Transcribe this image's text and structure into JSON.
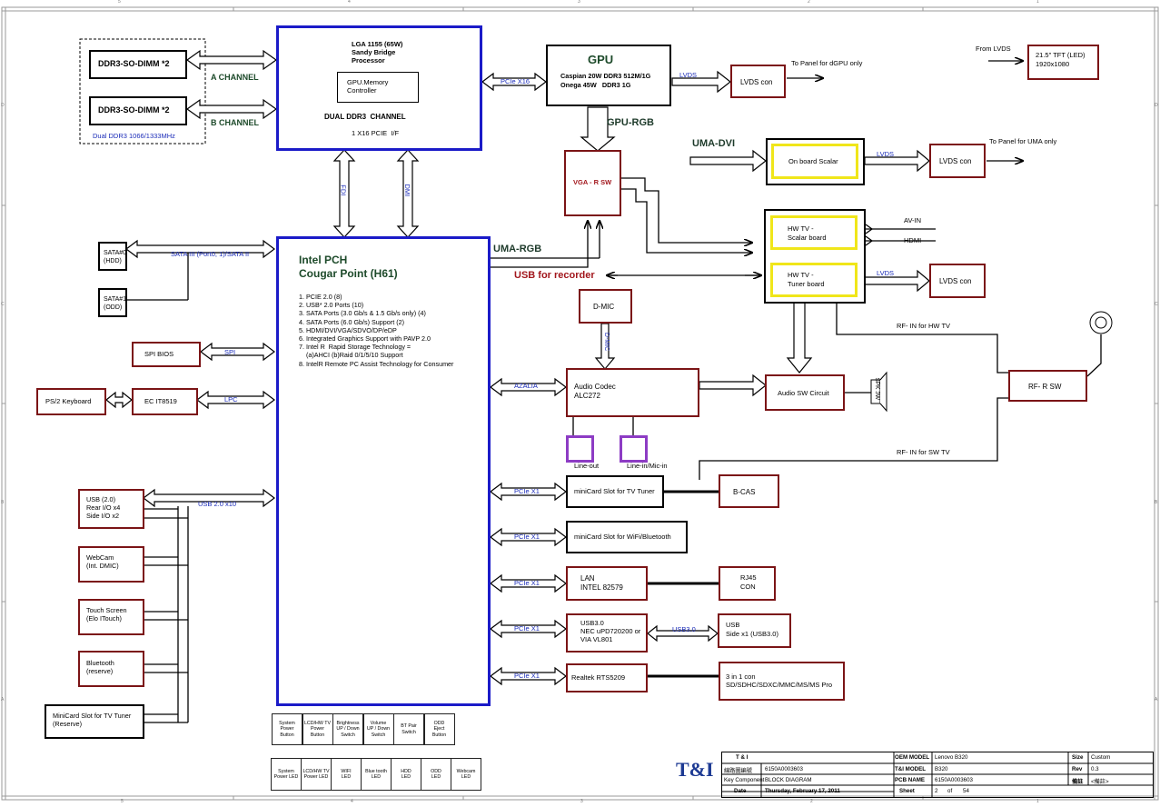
{
  "memory": {
    "dimm_a": "DDR3-SO-DIMM *2",
    "dimm_b": "DDR3-SO-DIMM *2",
    "speed": "Dual DDR3 1066/1333MHz",
    "channel_a": "A CHANNEL",
    "channel_b": "B CHANNEL"
  },
  "cpu": {
    "title_1": "LGA 1155 (65W)",
    "title_2": "Sandy Bridge",
    "title_3": "Processor",
    "inner_1": "GPU.Memory",
    "inner_2": "Controller",
    "dual": "DUAL DDR3  CHANNEL",
    "pcie": "1 X16 PCIE  I/F"
  },
  "gpu": {
    "title": "GPU",
    "line_1": "Caspian 20W DDR3 512M/1G",
    "line_2": "Onega 45W   DDR3 1G",
    "pcie_label": "PCIe X16",
    "lvds_label": "LVDS",
    "lvds_con": "LVDS con",
    "to_panel": "To Panel for dGPU only",
    "rgb_label": "GPU-RGB"
  },
  "tft": {
    "from_lvds": "From LVDS",
    "line_1": "21.5\" TFT (LED)",
    "line_2": "1920x1080"
  },
  "scalar": {
    "uma_dvi": "UMA-DVI",
    "onboard": "On board Scalar",
    "lvds_label": "LVDS",
    "lvds_con": "LVDS con",
    "to_panel": "To Panel for UMA only"
  },
  "vga_sw": "VGA - R SW",
  "tv": {
    "scalar_1": "HW TV -",
    "scalar_2": "Scalar board",
    "tuner_1": "HW TV -",
    "tuner_2": "Tuner board",
    "av_in": "AV-IN",
    "hdmi": "HDMI",
    "lvds_label": "LVDS",
    "lvds_con": "LVDS con",
    "rf_in_hw": "RF- IN for HW TV",
    "rf_in_sw": "RF- IN for SW TV",
    "rf_sw": "RF- R SW"
  },
  "links": {
    "fdi": "FDI",
    "dmi": "DMI",
    "uma_rgb": "UMA-RGB",
    "usb_recorder": "USB for recorder",
    "sata": "SATA III (Port0, 1)/SATA II",
    "spi": "SPI",
    "lpc": "LPC",
    "usb20": "USB 2.0 x10",
    "azalia": "AZALIA",
    "pcie_x1": "PCIe X1",
    "usb30": "USB3.0",
    "dmic_link": "D-MIC"
  },
  "pch": {
    "title_1": "Intel PCH",
    "title_2": "Cougar Point (H61)",
    "features": [
      "1. PCIE 2.0 (8)",
      "2. USB* 2.0 Ports (10)",
      "3. SATA Ports (3.0 Gb/s & 1.5 Gb/s only) (4)",
      "4. SATA Ports (6.0 Gb/s) Support (2)",
      "5. HDMI/DVI/VGA/SDVO/DP/eDP",
      "6. Integrated Graphics Support with PAVP 2.0",
      "7. Intel R  Rapid Storage Technology =",
      "    (a)AHCI (b)Raid 0/1/5/10 Support",
      "8. IntelR Remote PC Assist Technology for Consumer"
    ]
  },
  "left": {
    "sata0_1": "SATA#0",
    "sata0_2": "(HDD)",
    "sata1_1": "SATA#1",
    "sata1_2": "(ODD)",
    "spi_bios": "SPI BIOS",
    "ps2": "PS/2 Keyboard",
    "ec": "EC IT8519",
    "usb_1": "USB (2.0)",
    "usb_2": "Rear I/O x4",
    "usb_3": "Side I/O x2",
    "webcam_1": "WebCam",
    "webcam_2": "(Int. DMIC)",
    "touch_1": "Touch Screen",
    "touch_2": "(Elo ITouch)",
    "bt_1": "Bluetooth",
    "bt_2": "(reserve)",
    "minicard_1": "MiniCard Slot for TV Tuner",
    "minicard_2": "(Reserve)"
  },
  "audio": {
    "dmic": "D-MIC",
    "codec_1": "Audio Codec",
    "codec_2": "ALC272",
    "sw": "Audio SW Circuit",
    "spk": "SPK 3W",
    "line_out": "Line-out",
    "line_in": "Line-in/Mic-in"
  },
  "right": {
    "minicard_tv": "miniCard Slot for TV Tuner",
    "bcas": "B-CAS",
    "minicard_wifi": "miniCard Slot for WiFi/Bluetooth",
    "lan_1": "LAN",
    "lan_2": "INTEL 82579",
    "rj45_1": "RJ45",
    "rj45_2": "CON",
    "usb3_1": "USB3.0",
    "usb3_2": "NEC uPD720200 or",
    "usb3_3": "VIA VL801",
    "usbside_1": "USB",
    "usbside_2": "Side x1 (USB3.0)",
    "realtek": "Realtek RTS5209",
    "cardreader_1": "3 in 1 con",
    "cardreader_2": "SD/SDHC/SDXC/MMC/MS/MS Pro"
  },
  "switches": [
    "System\nPower\nButton",
    "LCD/HW TV\nPower\nButton",
    "Brightness\nUP / Down\nSwitch",
    "Volume\nUP / Down\nSwitch",
    "BT Pair\nSwitch",
    "ODD\nEject\nButton"
  ],
  "leds": [
    "System\nPower LED",
    "LCD/HW TV\nPower LED",
    "WIFI\nLED",
    "Blue tooth\nLED",
    "HDD\nLED",
    "ODD\nLED",
    "Webcam\nLED"
  ],
  "title_block": {
    "logo": "T&I",
    "company": "T & I",
    "part_label": "線路圖編號",
    "part_no": "6150A0003603",
    "key_label": "Key Component",
    "key_value": "BLOCK DIAGRAM",
    "date_label": "Date",
    "date_value": "Thursday, February 17, 2011",
    "oem_label": "OEM MODEL",
    "oem_value": "Lenovo B320",
    "ti_label": "T&I MODEL",
    "ti_value": "B320",
    "pcb_label": "PCB NAME",
    "pcb_value": "6150A0003603",
    "sheet_label": "Sheet",
    "sheet_value": "2",
    "of_label": "of",
    "sheet_total": "54",
    "size_label": "Size",
    "size_value": "Custom",
    "rev_label": "Rev",
    "rev_value": "0.3",
    "remark_label": "備註",
    "remark_value": "<備註>"
  },
  "border": {
    "cols_top": [
      "5",
      "4",
      "3",
      "2",
      "1"
    ],
    "rows": [
      "D",
      "C",
      "B",
      "A"
    ]
  }
}
